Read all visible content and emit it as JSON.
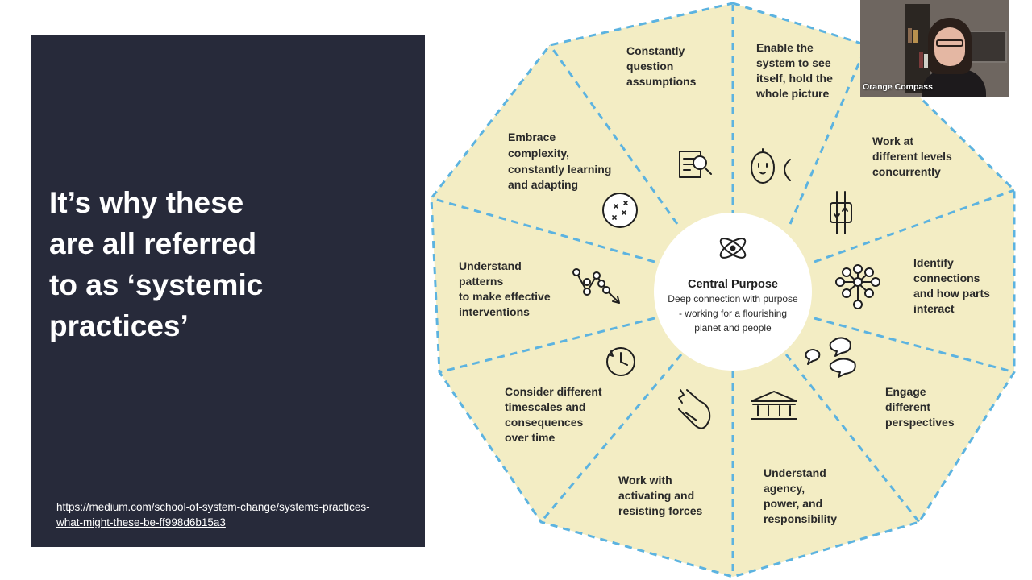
{
  "slide": {
    "headline": "It’s why these\nare all referred\nto as ‘systemic\npractices’",
    "source_link": "https://medium.com/school-of-system-change/systems-practices-\nwhat-might-these-be-ff998d6b15a3"
  },
  "wheel": {
    "center_title": "Central Purpose",
    "center_desc": [
      "Deep connection with purpose",
      "- working for a flourishing",
      "planet and people"
    ],
    "segments": [
      {
        "lines": [
          "Constantly",
          "question",
          "assumptions"
        ]
      },
      {
        "lines": [
          "Enable the",
          "system to see",
          "itself, hold the",
          "whole picture"
        ]
      },
      {
        "lines": [
          "Work at",
          "different levels",
          "concurrently"
        ]
      },
      {
        "lines": [
          "Identify",
          "connections",
          "and how parts",
          "interact"
        ]
      },
      {
        "lines": [
          "Engage",
          "different",
          "perspectives"
        ]
      },
      {
        "lines": [
          "Understand",
          "agency,",
          "power, and",
          "responsibility"
        ]
      },
      {
        "lines": [
          "Work with",
          "activating and",
          "resisting forces"
        ]
      },
      {
        "lines": [
          "Consider different",
          "timescales and",
          "consequences",
          "over time"
        ]
      },
      {
        "lines": [
          "Understand",
          "patterns",
          "to make effective",
          "interventions"
        ]
      },
      {
        "lines": [
          "Embrace",
          "complexity,",
          "constantly learning",
          "and adapting"
        ]
      }
    ],
    "icons": [
      "magnifier-document-icon",
      "mirror-face-icon",
      "levels-arrows-icon",
      "network-nodes-icon",
      "speech-bubbles-icon",
      "institution-building-icon",
      "magnet-icon",
      "clock-icon",
      "zigzag-pattern-icon",
      "complexity-circle-icon",
      "atom-icon"
    ],
    "colors": {
      "fill": "#f3edc4",
      "dash": "#5cb3e0"
    }
  },
  "video": {
    "participant_name": "Orange Compass"
  }
}
